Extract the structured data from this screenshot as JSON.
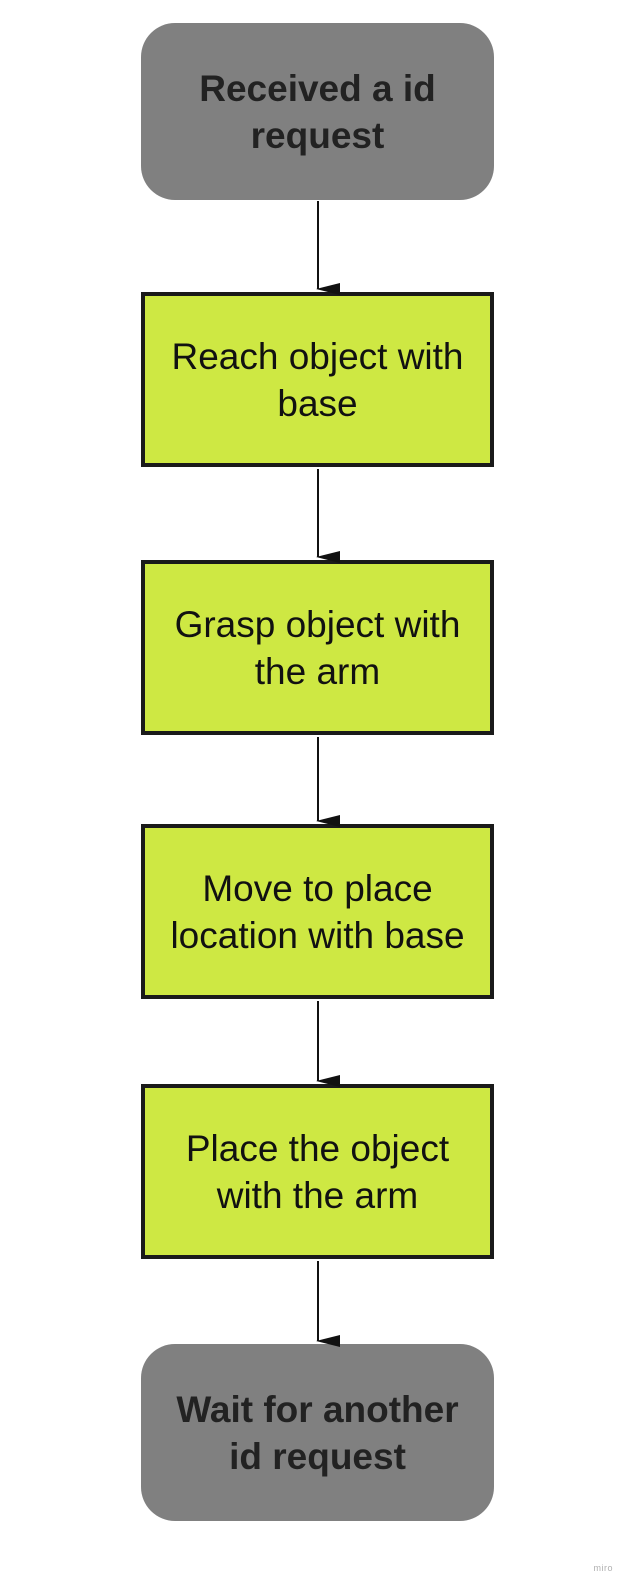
{
  "flow": {
    "start": [
      "Received a id",
      "request"
    ],
    "step1": [
      "Reach object with",
      "base"
    ],
    "step2": [
      "Grasp object with",
      "the arm"
    ],
    "step3": [
      "Move to place",
      "location with base"
    ],
    "step4": [
      "Place the object",
      "with the arm"
    ],
    "end": [
      "Wait for another",
      "id request"
    ]
  },
  "colors": {
    "terminal_fill": "#808080",
    "process_fill": "#cee843",
    "stroke": "#1a1a1a"
  },
  "watermark": "miro"
}
